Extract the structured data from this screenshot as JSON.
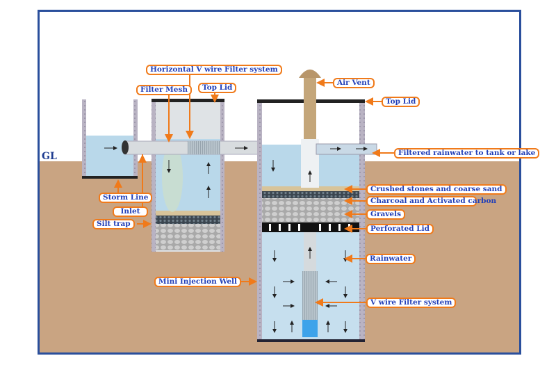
{
  "ground_label": "GL",
  "labels": {
    "horizontal_filter": "Horizontal V wire Filter system",
    "filter_mesh": "Filter Mesh",
    "top_lid_left": "Top Lid",
    "storm_line": "Storm Line",
    "inlet": "Inlet",
    "silt_trap": "Silt trap",
    "mini_injection_well": "Mini Injection Well",
    "air_vent": "Air Vent",
    "top_lid_right": "Top Lid",
    "filtered_outlet": "Filtered rainwater to tank or lake",
    "crushed_stones": "Crushed stones and coarse sand",
    "charcoal": "Charcoal and Activated carbon",
    "gravels": "Gravels",
    "perforated_lid": "Perforated Lid",
    "rainwater": "Rainwater",
    "v_wire_filter": "V wire Filter system"
  },
  "colors": {
    "label_border": "#f07a1a",
    "label_text": "#2340b8",
    "frame": "#2a4f9c",
    "soil": "#c9a482",
    "water": "#b9d8ea"
  }
}
